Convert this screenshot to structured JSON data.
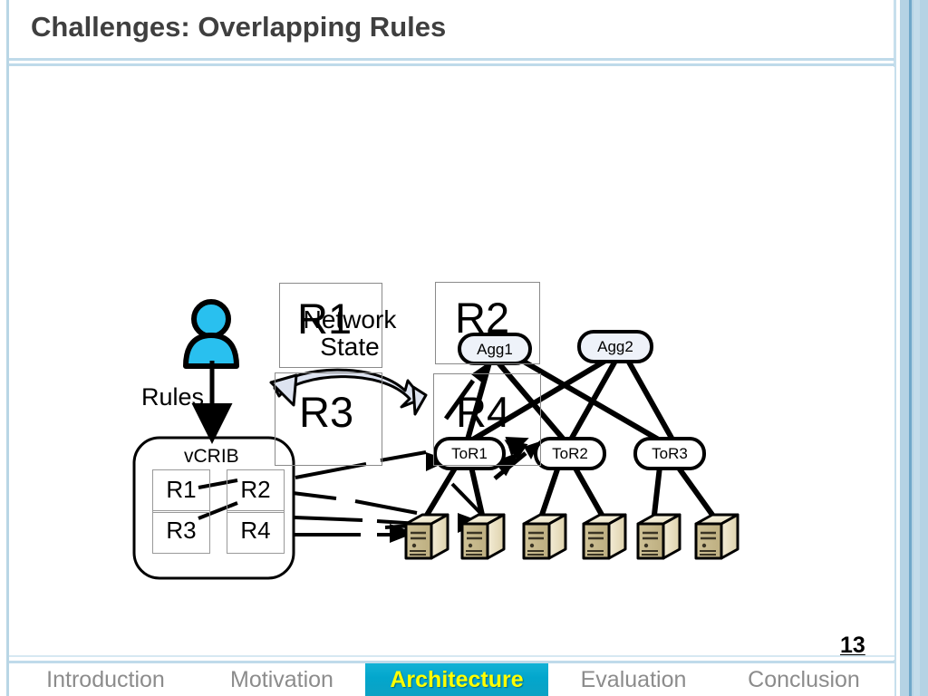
{
  "slide": {
    "title": "Challenges: Overlapping Rules",
    "page_number": "13"
  },
  "nav": {
    "items": [
      {
        "label": "Introduction",
        "active": false
      },
      {
        "label": "Motivation",
        "active": false
      },
      {
        "label": "Architecture",
        "active": true
      },
      {
        "label": "Evaluation",
        "active": false
      },
      {
        "label": "Conclusion",
        "active": false
      }
    ],
    "active_bg": "#03a6cc",
    "active_fg": "#ffff00",
    "inactive_fg": "#8c8c8c"
  },
  "diagram": {
    "actor": {
      "name": "admin-person-icon",
      "color": "#29c0ef"
    },
    "rules_arrow_label": "Rules",
    "vcrib": {
      "title": "vCRIB",
      "rules": [
        {
          "label": "R1"
        },
        {
          "label": "R2"
        },
        {
          "label": "R3"
        },
        {
          "label": "R4"
        }
      ]
    },
    "network_state": {
      "line1": "Network",
      "line2": "State"
    },
    "overlap_boxes": [
      {
        "label": "R1"
      },
      {
        "label": "R2"
      },
      {
        "label": "R3"
      },
      {
        "label": "R4"
      }
    ],
    "topology": {
      "aggregation_switches": [
        {
          "label": "Agg1",
          "fill": "#eef2f9"
        },
        {
          "label": "Agg2",
          "fill": "#eef2f9"
        }
      ],
      "tor_switches": [
        {
          "label": "ToR1",
          "fill": "#ffffff"
        },
        {
          "label": "ToR2",
          "fill": "#ffffff"
        },
        {
          "label": "ToR3",
          "fill": "#ffffff"
        }
      ],
      "servers_count": 6,
      "server_color": "#e8e0c4"
    },
    "bidirectional_arrow": {
      "name": "sync-arrow",
      "fill": "#dde3f0"
    }
  }
}
